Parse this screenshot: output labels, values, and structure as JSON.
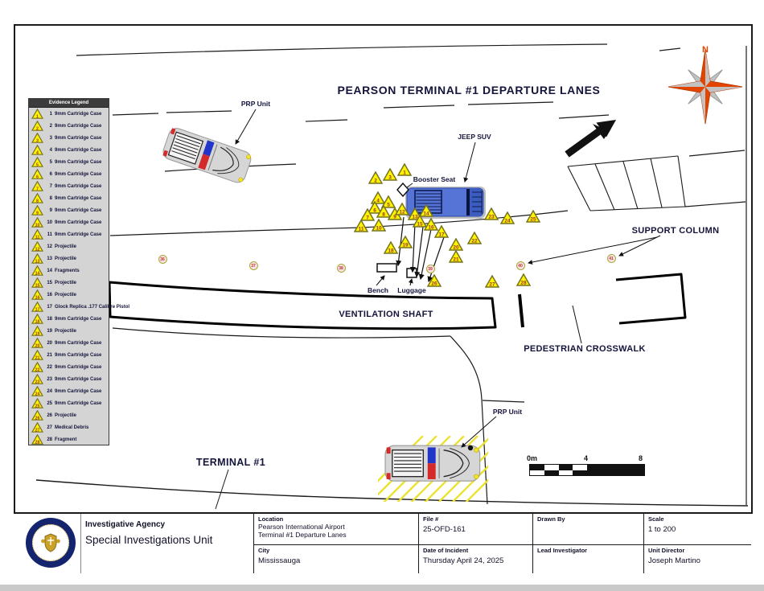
{
  "title": "PEARSON TERMINAL #1 DEPARTURE LANES",
  "map_labels": {
    "prp_unit_top": "PRP Unit",
    "jeep_suv": "JEEP SUV",
    "booster_seat": "Booster Seat",
    "bench": "Bench",
    "luggage": "Luggage",
    "ventilation_shaft": "VENTILATION SHAFT",
    "pedestrian_crosswalk": "PEDESTRIAN CROSSWALK",
    "support_column": "SUPPORT COLUMN",
    "terminal": "TERMINAL #1",
    "prp_unit_bottom": "PRP Unit",
    "north": "N"
  },
  "scale_bar": {
    "labels": [
      "0m",
      "4",
      "8"
    ]
  },
  "legend": {
    "header": "Evidence Legend",
    "items": [
      "9mm Cartridge Case",
      "9mm Cartridge Case",
      "9mm Cartridge Case",
      "9mm Cartridge Case",
      "9mm Cartridge Case",
      "9mm Cartridge Case",
      "9mm Cartridge Case",
      "9mm Cartridge Case",
      "9mm Cartridge Case",
      "9mm Cartridge Case",
      "9mm Cartridge Case",
      "Projectile",
      "Projectile",
      "Fragments",
      "Projectile",
      "Projectile",
      "Glock Replica .177 Calibre Pistol",
      "9mm Cartridge Case",
      "Projectile",
      "9mm Cartridge Case",
      "9mm Cartridge Case",
      "9mm Cartridge Case",
      "9mm Cartridge Case",
      "9mm Cartridge Case",
      "9mm Cartridge Case",
      "Projectile",
      "Medical Debris",
      "Fragment"
    ]
  },
  "evidence_markers": [
    [
      1,
      503,
      212
    ],
    [
      2,
      467,
      222
    ],
    [
      3,
      485,
      218
    ],
    [
      4,
      470,
      247
    ],
    [
      5,
      483,
      252
    ],
    [
      6,
      466,
      259
    ],
    [
      7,
      457,
      268
    ],
    [
      8,
      477,
      264
    ],
    [
      9,
      491,
      267
    ],
    [
      10,
      471,
      281
    ],
    [
      11,
      449,
      282
    ],
    [
      12,
      500,
      261
    ],
    [
      13,
      516,
      267
    ],
    [
      14,
      530,
      263
    ],
    [
      15,
      522,
      276
    ],
    [
      16,
      536,
      280
    ],
    [
      17,
      549,
      289
    ],
    [
      18,
      486,
      309
    ],
    [
      19,
      504,
      302
    ],
    [
      20,
      567,
      305
    ],
    [
      21,
      567,
      320
    ],
    [
      22,
      590,
      297
    ],
    [
      23,
      611,
      267
    ],
    [
      24,
      631,
      272
    ],
    [
      25,
      663,
      270
    ],
    [
      26,
      540,
      350
    ],
    [
      27,
      612,
      351
    ],
    [
      28,
      651,
      349
    ]
  ],
  "support_columns": [
    [
      36,
      202,
      322
    ],
    [
      37,
      315,
      330
    ],
    [
      38,
      424,
      333
    ],
    [
      39,
      535,
      334
    ],
    [
      40,
      647,
      330
    ],
    [
      41,
      760,
      321
    ]
  ],
  "title_block": {
    "agency_bold": "Investigative Agency",
    "agency_name": "Special Investigations Unit",
    "location": {
      "label": "Location",
      "value1": "Pearson International Airport",
      "value2": "Terminal #1 Departure Lanes"
    },
    "file": {
      "label": "File #",
      "value": "25-OFD-161"
    },
    "drawn_by": {
      "label": "Drawn By",
      "value": ""
    },
    "scale": {
      "label": "Scale",
      "value": "1 to 200"
    },
    "city": {
      "label": "City",
      "value": "Mississauga"
    },
    "date": {
      "label": "Date of Incident",
      "value": "Thursday April 24, 2025"
    },
    "lead": {
      "label": "Lead Investigator",
      "value": ""
    },
    "director": {
      "label": "Unit Director",
      "value": "Joseph Martino"
    }
  },
  "colors": {
    "marker_yellow": "#fdf400",
    "marker_border": "#77731f",
    "marker_number": "#993333",
    "police_blue": "#2136c9",
    "police_red": "#d42a2a",
    "jeep_blue": "#5673d6",
    "compass_orange": "#e34500",
    "badge_navy": "#14246e",
    "badge_gold": "#c9a227"
  }
}
